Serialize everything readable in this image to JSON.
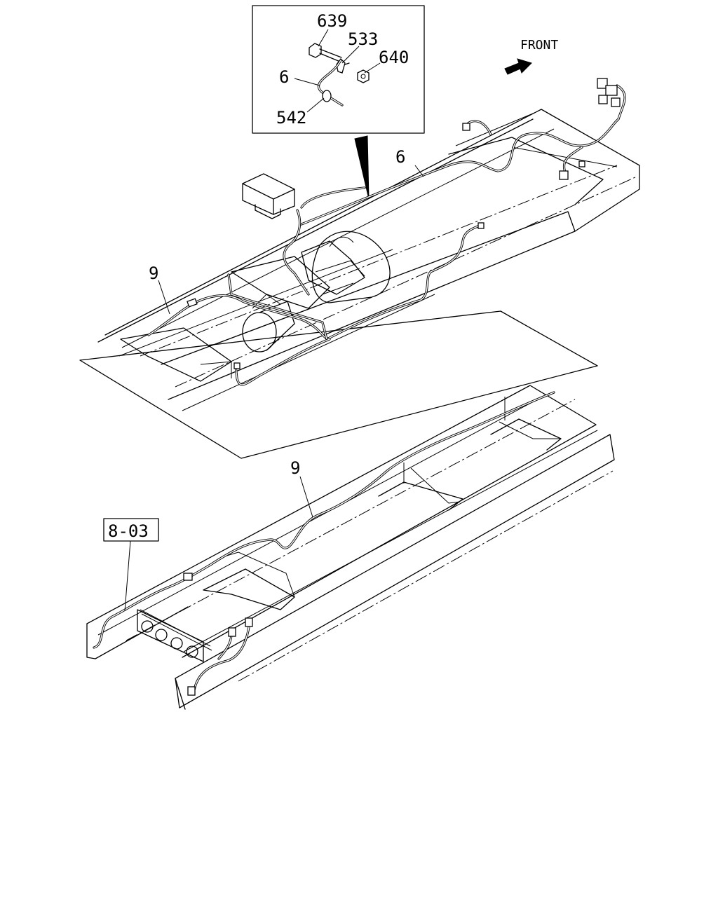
{
  "direction_label": "FRONT",
  "callouts": {
    "inset_bolt": "639",
    "inset_clip": "533",
    "inset_nut": "640",
    "inset_harness": "6",
    "inset_grommet": "542",
    "main_harness": "6",
    "upper_harness": "9",
    "lower_harness": "9",
    "reference": "8-03"
  }
}
